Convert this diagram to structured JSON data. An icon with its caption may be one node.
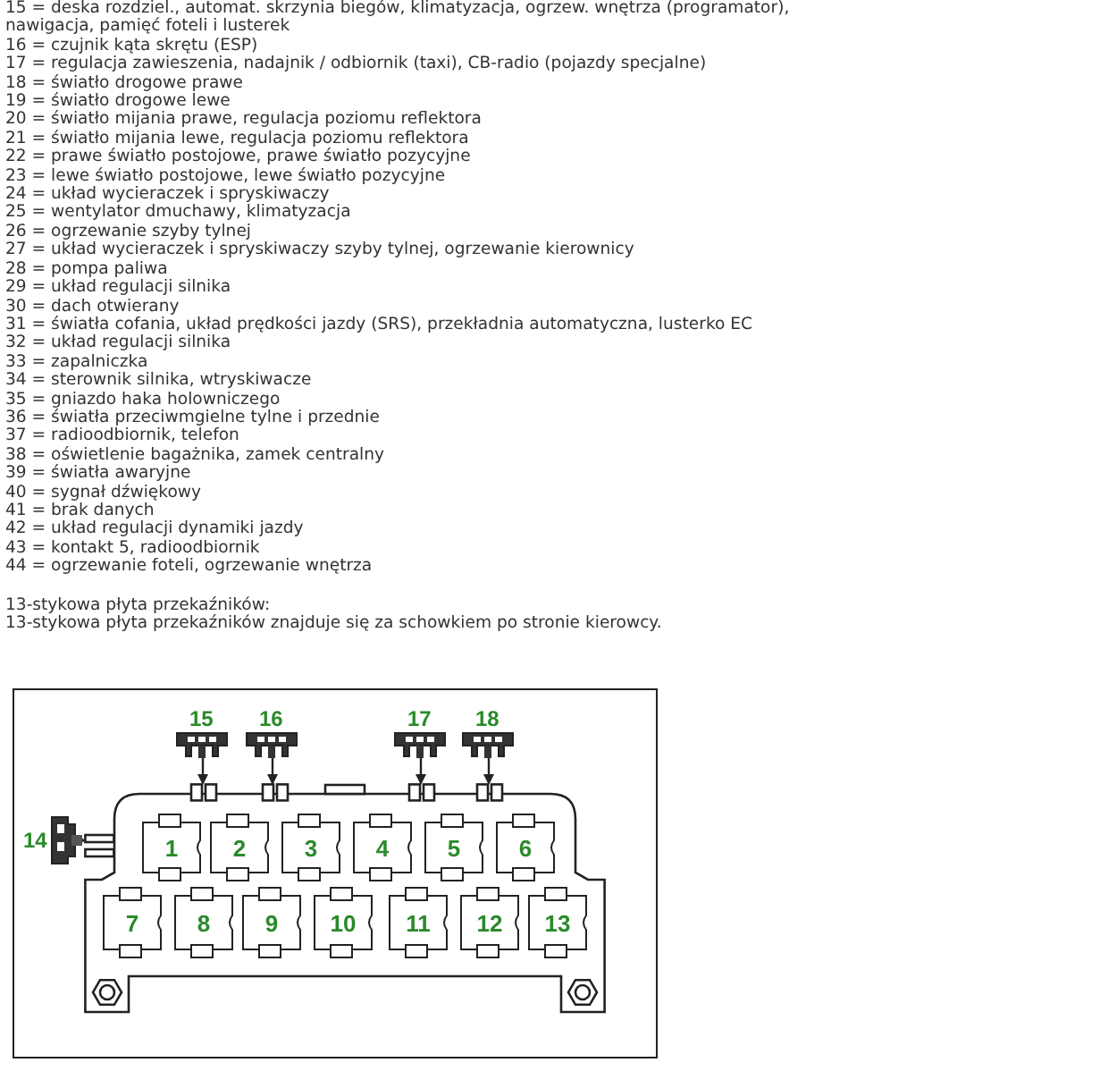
{
  "diagram": {
    "nodes": [
      {
        "text": [],
        "shape": "box"
      },
      {
        "text": [
          "1"
        ],
        "in": 0
      },
      {
        "text": [
          "2"
        ],
        "in": 0
      },
      {
        "text": [
          "3"
        ],
        "in": 0
      },
      {
        "text": [
          "4"
        ],
        "in": 0
      },
      {
        "text": [
          "5"
        ],
        "in": 0
      },
      {
        "text": [
          "6"
        ],
        "in": 0
      },
      {
        "text": [
          "7"
        ],
        "in": 0
      },
      {
        "text": [
          "8"
        ],
        "in": 0
      },
      {
        "text": [
          "9"
        ],
        "in": 0
      },
      {
        "text": [
          "10"
        ],
        "in": 0
      },
      {
        "text": [
          "11"
        ],
        "in": 0
      },
      {
        "text": [
          "12"
        ],
        "in": 0
      },
      {
        "text": [
          "13"
        ],
        "in": 0
      },
      {
        "text": [
          "14"
        ]
      },
      {
        "text": [
          "15"
        ]
      },
      {
        "text": [
          "16"
        ]
      },
      {
        "text": [
          "17"
        ]
      },
      {
        "text": [
          "18"
        ]
      }
    ],
    "edges": [
      {
        "from": 14,
        "to": 0,
        "arrow": "to"
      },
      {
        "from": 15,
        "to": 0,
        "arrow": "to"
      },
      {
        "from": 16,
        "to": 0,
        "arrow": "to"
      },
      {
        "from": 17,
        "to": 0,
        "arrow": "to"
      },
      {
        "from": 18,
        "to": 0,
        "arrow": "to"
      }
    ],
    "labels": [
      "15 = deska rozdziel., automat. skrzynia biegów, klimatyzacja, ogrzew. wnętrza (programator), nawigacja, pamięć foteli i lusterek",
      "16 = czujnik kąta skrętu (ESP)",
      "17 = regulacja zawieszenia, nadajnik / odbiornik (taxi), CB-radio (pojazdy specjalne)",
      "18 = światło drogowe prawe",
      "19 = światło drogowe lewe",
      "20 = światło mijania prawe, regulacja poziomu reflektora",
      "21 = światło mijania lewe, regulacja poziomu reflektora",
      "22 = prawe światło postojowe, prawe światło pozycyjne",
      "23 = lewe światło postojowe, lewe światło pozycyjne",
      "24 = układ wycieraczek i spryskiwaczy",
      "25 = wentylator dmuchawy, klimatyzacja",
      "26 = ogrzewanie szyby tylnej",
      "27 = układ wycieraczek i spryskiwaczy szyby tylnej, ogrzewanie kierownicy",
      "28 = pompa paliwa",
      "29 = układ regulacji silnika",
      "30 = dach otwierany",
      "31 = światła cofania, układ prędkości jazdy (SRS), przekładnia automatyczna, lusterko EC",
      "32 = układ regulacji silnika",
      "33 = zapalniczka",
      "34 = sterownik silnika, wtryskiwacze",
      "35 = gniazdo haka holowniczego",
      "36 = światła przeciwmgielne tylne i przednie",
      "37 = radioodbiornik, telefon",
      "38 = oświetlenie bagażnika, zamek centralny",
      "39 = światła awaryjne",
      "40 = sygnał dźwiękowy",
      "41 = brak danych",
      "42 = układ regulacji dynamiki jazdy",
      "43 = kontakt 5, radioodbiornik",
      "44 = ogrzewanie foteli, ogrzewanie wnętrza",
      "13-stykowa płyta przekaźników:",
      "13-stykowa płyta przekaźników znajduje się za schowkiem po stronie kierowcy."
    ]
  }
}
